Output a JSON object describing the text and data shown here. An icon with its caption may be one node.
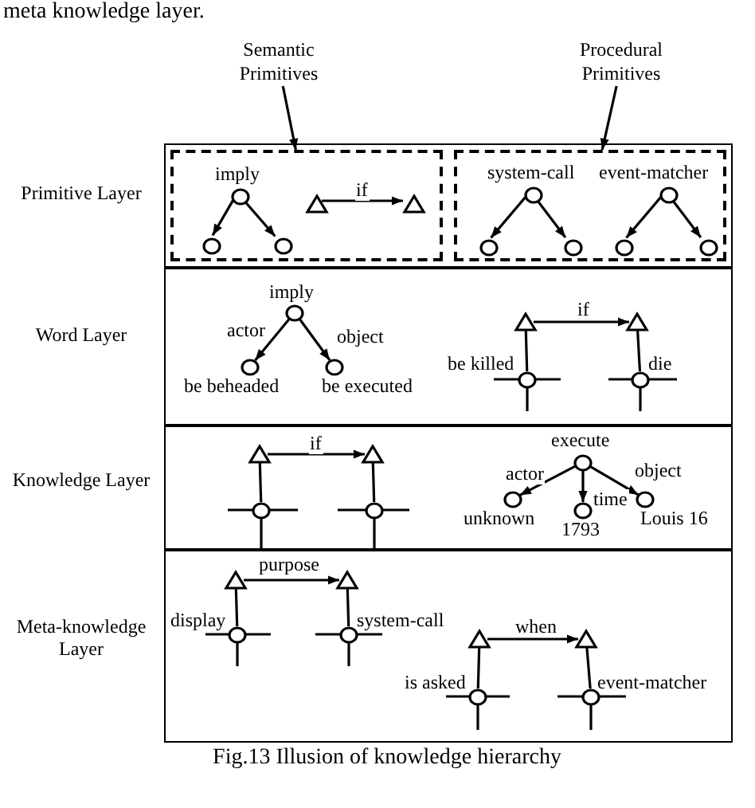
{
  "diagram": {
    "caption": "Fig.13 Illusion of knowledge hierarchy",
    "nodes": [
      {
        "text": [
          "Semantic Primitives"
        ]
      },
      {
        "text": [
          "Procedural Primitives"
        ]
      },
      {
        "text": [
          "Primitive Layer"
        ]
      },
      {
        "text": [],
        "shape": "box",
        "in": 2
      },
      {
        "text": [
          "imply"
        ],
        "in": 3
      },
      {
        "text": [],
        "shape": "circle",
        "in": 3
      },
      {
        "text": [],
        "shape": "circle",
        "in": 3
      },
      {
        "text": [],
        "shape": "triangle",
        "in": 3
      },
      {
        "text": [],
        "shape": "triangle",
        "in": 3
      },
      {
        "text": [],
        "shape": "box",
        "in": 2
      },
      {
        "text": [
          "system-call"
        ],
        "in": 9
      },
      {
        "text": [
          "event-matcher"
        ],
        "in": 9
      },
      {
        "text": [],
        "shape": "circle",
        "in": 9
      },
      {
        "text": [],
        "shape": "circle",
        "in": 9
      },
      {
        "text": [],
        "shape": "circle",
        "in": 9
      },
      {
        "text": [],
        "shape": "circle",
        "in": 9
      },
      {
        "text": [
          "Word Layer"
        ]
      },
      {
        "text": [
          "imply"
        ],
        "in": 16
      },
      {
        "text": [],
        "shape": "triangle",
        "in": 16
      },
      {
        "text": [],
        "shape": "triangle",
        "in": 16
      },
      {
        "text": [
          "be beheaded"
        ],
        "in": 16
      },
      {
        "text": [
          "be executed"
        ],
        "in": 16
      },
      {
        "text": [
          "be killed"
        ],
        "in": 16
      },
      {
        "text": [
          "die"
        ],
        "in": 16
      },
      {
        "text": [
          "Knowledge Layer"
        ]
      },
      {
        "text": [],
        "shape": "triangle",
        "in": 24
      },
      {
        "text": [],
        "shape": "triangle",
        "in": 24
      },
      {
        "text": [
          "execute"
        ],
        "in": 24
      },
      {
        "text": [],
        "shape": "circle",
        "in": 24
      },
      {
        "text": [],
        "shape": "circle",
        "in": 24
      },
      {
        "text": [
          "unknown"
        ],
        "in": 24
      },
      {
        "text": [
          "1793"
        ],
        "in": 24
      },
      {
        "text": [
          "Louis 16"
        ],
        "in": 24
      },
      {
        "text": [
          "Meta-knowledge Layer"
        ]
      },
      {
        "text": [],
        "shape": "triangle",
        "in": 33
      },
      {
        "text": [],
        "shape": "triangle",
        "in": 33
      },
      {
        "text": [
          "display"
        ],
        "in": 33
      },
      {
        "text": [
          "system-call"
        ],
        "in": 33
      },
      {
        "text": [],
        "shape": "triangle",
        "in": 33
      },
      {
        "text": [],
        "shape": "triangle",
        "in": 33
      },
      {
        "text": [
          "is asked"
        ],
        "in": 33
      },
      {
        "text": [
          "event-matcher"
        ],
        "in": 33
      }
    ],
    "edges": [
      {
        "from": 0,
        "to": 3,
        "arrow": "to"
      },
      {
        "from": 1,
        "to": 9,
        "arrow": "to"
      },
      {
        "from": 4,
        "to": 5,
        "arrow": "to"
      },
      {
        "from": 4,
        "to": 6,
        "arrow": "to"
      },
      {
        "from": 7,
        "to": 8,
        "arrow": "to",
        "label": "if"
      },
      {
        "from": 10,
        "to": 12,
        "arrow": "to"
      },
      {
        "from": 10,
        "to": 13,
        "arrow": "to"
      },
      {
        "from": 11,
        "to": 14,
        "arrow": "to"
      },
      {
        "from": 11,
        "to": 15,
        "arrow": "to"
      },
      {
        "from": 17,
        "to": 20,
        "arrow": "to",
        "label": "actor"
      },
      {
        "from": 17,
        "to": 21,
        "arrow": "to",
        "label": "object"
      },
      {
        "from": 18,
        "to": 19,
        "arrow": "to",
        "label": "if"
      },
      {
        "from": 18,
        "to": 22,
        "arrow": "none"
      },
      {
        "from": 19,
        "to": 23,
        "arrow": "none"
      },
      {
        "from": 25,
        "to": 26,
        "arrow": "to",
        "label": "if"
      },
      {
        "from": 25,
        "to": 28,
        "arrow": "none"
      },
      {
        "from": 26,
        "to": 29,
        "arrow": "none"
      },
      {
        "from": 27,
        "to": 30,
        "arrow": "to",
        "label": "actor"
      },
      {
        "from": 27,
        "to": 31,
        "arrow": "to",
        "label": "time"
      },
      {
        "from": 27,
        "to": 32,
        "arrow": "to",
        "label": "object"
      },
      {
        "from": 34,
        "to": 35,
        "arrow": "to",
        "label": "purpose"
      },
      {
        "from": 34,
        "to": 36,
        "arrow": "none"
      },
      {
        "from": 35,
        "to": 37,
        "arrow": "none"
      },
      {
        "from": 38,
        "to": 39,
        "arrow": "to",
        "label": "when"
      },
      {
        "from": 38,
        "to": 40,
        "arrow": "none"
      },
      {
        "from": 39,
        "to": 41,
        "arrow": "none"
      }
    ],
    "labels": [
      "meta knowledge layer."
    ]
  }
}
